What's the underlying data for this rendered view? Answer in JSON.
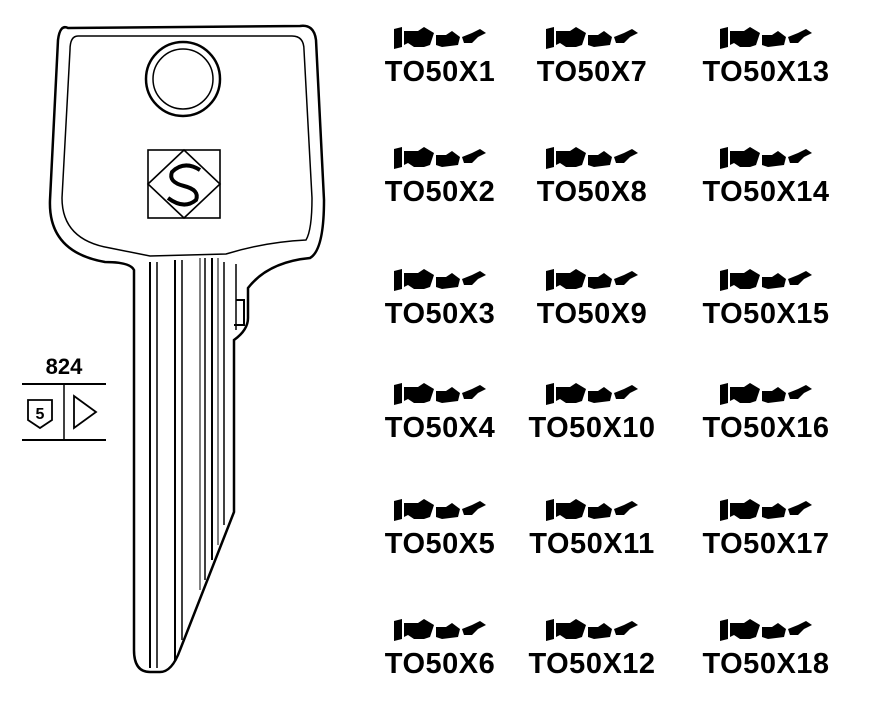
{
  "reference": {
    "number": "824",
    "pins_count": "5"
  },
  "profiles": [
    [
      "TO50X1",
      "TO50X7",
      "TO50X13"
    ],
    [
      "TO50X2",
      "TO50X8",
      "TO50X14"
    ],
    [
      "TO50X3",
      "TO50X9",
      "TO50X15"
    ],
    [
      "TO50X4",
      "TO50X10",
      "TO50X16"
    ],
    [
      "TO50X5",
      "TO50X11",
      "TO50X17"
    ],
    [
      "TO50X6",
      "TO50X12",
      "TO50X18"
    ]
  ],
  "icons": {
    "brand_logo": "s-diamond-logo-icon",
    "profile_cut": "key-profile-section-icon",
    "pin_count": "shield-badge-icon",
    "direction": "play-triangle-icon"
  },
  "colors": {
    "ink": "#000000",
    "paper": "#ffffff"
  }
}
